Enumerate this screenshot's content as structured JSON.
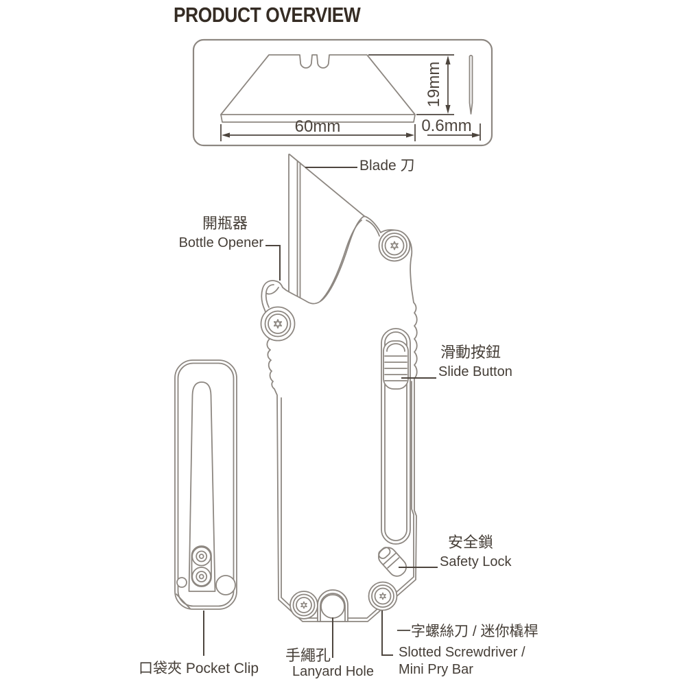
{
  "title": "PRODUCT OVERVIEW",
  "colors": {
    "line": "#8d8781",
    "leader": "#4d453e",
    "label": "#453e37",
    "title": "#352c24",
    "background": "#ffffff"
  },
  "spec_box": {
    "width_label": "60mm",
    "height_label": "19mm",
    "thickness_label": "0.6mm"
  },
  "parts": {
    "blade": {
      "label": "Blade 刀"
    },
    "bottle_opener": {
      "zh": "開瓶器",
      "en": "Bottle Opener"
    },
    "slide_button": {
      "zh": "滑動按鈕",
      "en": "Slide Button"
    },
    "safety_lock": {
      "zh": "安全鎖",
      "en": "Safety Lock"
    },
    "pocket_clip": {
      "label": "口袋夾 Pocket Clip"
    },
    "lanyard_hole": {
      "zh": "手繩孔",
      "en": "Lanyard Hole"
    },
    "screwdriver_prybar": {
      "zh": "一字螺絲刀 / 迷你橇桿",
      "en_line1": "Slotted Screwdriver /",
      "en_line2": "Mini Pry Bar"
    }
  }
}
